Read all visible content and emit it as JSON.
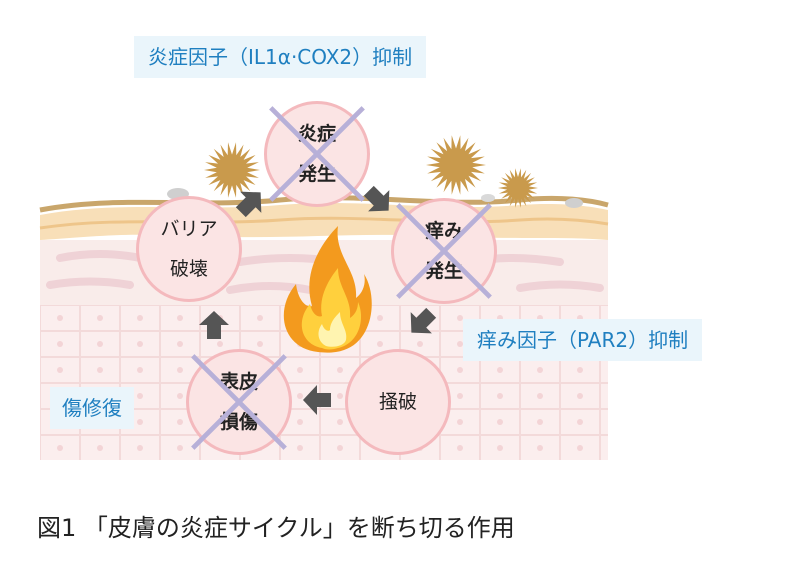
{
  "labels": {
    "top": "炎症因子（IL1α·COX2）抑制",
    "right": "痒み因子（PAR2）抑制",
    "left": "傷修復"
  },
  "nodes": {
    "inflammation": {
      "line1": "炎症",
      "line2": "発生",
      "crossed": true
    },
    "itch": {
      "line1": "痒み",
      "line2": "発生",
      "crossed": true
    },
    "scratch": {
      "line1": "掻破",
      "line2": "",
      "crossed": false
    },
    "damage": {
      "line1": "表皮",
      "line2": "損傷",
      "crossed": true
    },
    "barrier": {
      "line1": "バリア",
      "line2": "破壊",
      "crossed": false
    }
  },
  "caption": "図1 「皮膚の炎症サイクル」を断ち切る作用",
  "colors": {
    "label_text": "#1f7fc0",
    "label_bg": "#eaf5fb",
    "circle_fill": "#fbe4e4",
    "circle_border": "#f4b9bd",
    "cross": "#b7b0d8",
    "arrow": "#555555",
    "skin_top": "#c9a66b",
    "skin_band": "#f6d8a6",
    "dermis": "#f8eae6",
    "irritant": "#c99a4c",
    "flame_outer": "#f6a21a",
    "flame_inner": "#ffd54a"
  }
}
